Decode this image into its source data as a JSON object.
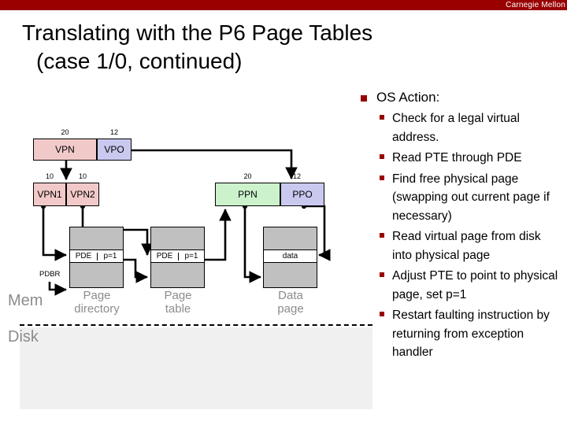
{
  "banner": {
    "org": "Carnegie Mellon"
  },
  "slide": {
    "title_line1": "Translating with the P6 Page Tables",
    "title_line2": "(case 1/0, continued)"
  },
  "os_action": {
    "heading": "OS Action:",
    "steps": [
      "Check for a legal virtual address.",
      "Read PTE through PDE",
      "Find free physical page (swapping out current page if necessary)",
      "Read virtual page from disk into physical page",
      "Adjust PTE to point to physical page, set p=1",
      "Restart faulting instruction by returning from exception handler"
    ]
  },
  "diagram": {
    "virtual_address": {
      "fields": [
        {
          "name": "VPN",
          "bits": "20",
          "color": "#f2c9c9"
        },
        {
          "name": "VPO",
          "bits": "12",
          "color": "#c9c9f0"
        }
      ]
    },
    "vpn_split": {
      "fields": [
        {
          "name": "VPN1",
          "bits": "10",
          "color": "#f2c9c9"
        },
        {
          "name": "VPN2",
          "bits": "10",
          "color": "#f2c9c9"
        }
      ]
    },
    "physical_address": {
      "fields": [
        {
          "name": "PPN",
          "bits": "20",
          "color": "#ccf2cc"
        },
        {
          "name": "PPO",
          "bits": "12",
          "color": "#c9c9f0"
        }
      ]
    },
    "page_directory": {
      "caption_line1": "Page",
      "caption_line2": "directory",
      "entry_left": "PDE",
      "entry_right": "p=1"
    },
    "page_table": {
      "caption_line1": "Page",
      "caption_line2": "table",
      "entry_left": "PDE",
      "entry_right": "p=1"
    },
    "data_page": {
      "caption_line1": "Data",
      "caption_line2": "page",
      "entry_label": "data"
    },
    "pdbr_label": "PDBR",
    "mem_label": "Mem",
    "disk_label": "Disk"
  }
}
